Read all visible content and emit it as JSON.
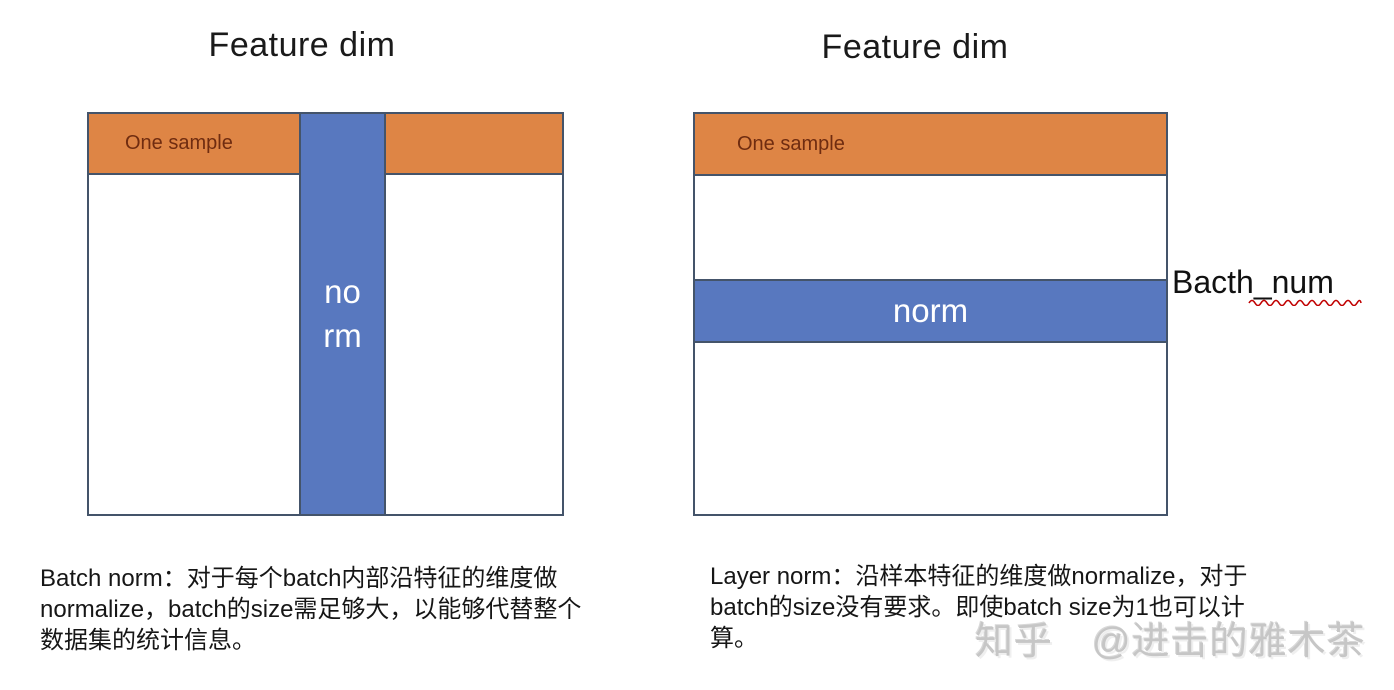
{
  "left_diagram": {
    "title": "Feature dim",
    "sample_label": "One sample",
    "norm_line1": "no",
    "norm_line2": "rm",
    "note_title": "Batch norm",
    "note_lines": [
      "Batch norm：对于每个batch内部沿特征的维度做",
      "normalize，batch的size需足够大，以能够代替整个",
      "数据集的统计信息。"
    ]
  },
  "right_diagram": {
    "title": "Feature dim",
    "sample_label": "One sample",
    "norm_label": "norm",
    "axis_label_part1": "Bacth",
    "axis_label_part2": "_num",
    "note_title": "Layer norm",
    "note_lines": [
      "Layer norm：沿样本特征的维度做normalize，对于",
      "batch的size没有要求。即使batch size为1也可以计",
      "算。"
    ]
  },
  "watermark": "知乎　@进击的雅木茶",
  "colors": {
    "orange_fill": "#DE8545",
    "blue_fill": "#5878BF",
    "shape_border": "#44546A",
    "sample_text": "#6F2C10",
    "norm_text": "#FFFFFF",
    "spellcheck_squiggle": "#C00000",
    "watermark_gray": "#C6C6C6"
  }
}
